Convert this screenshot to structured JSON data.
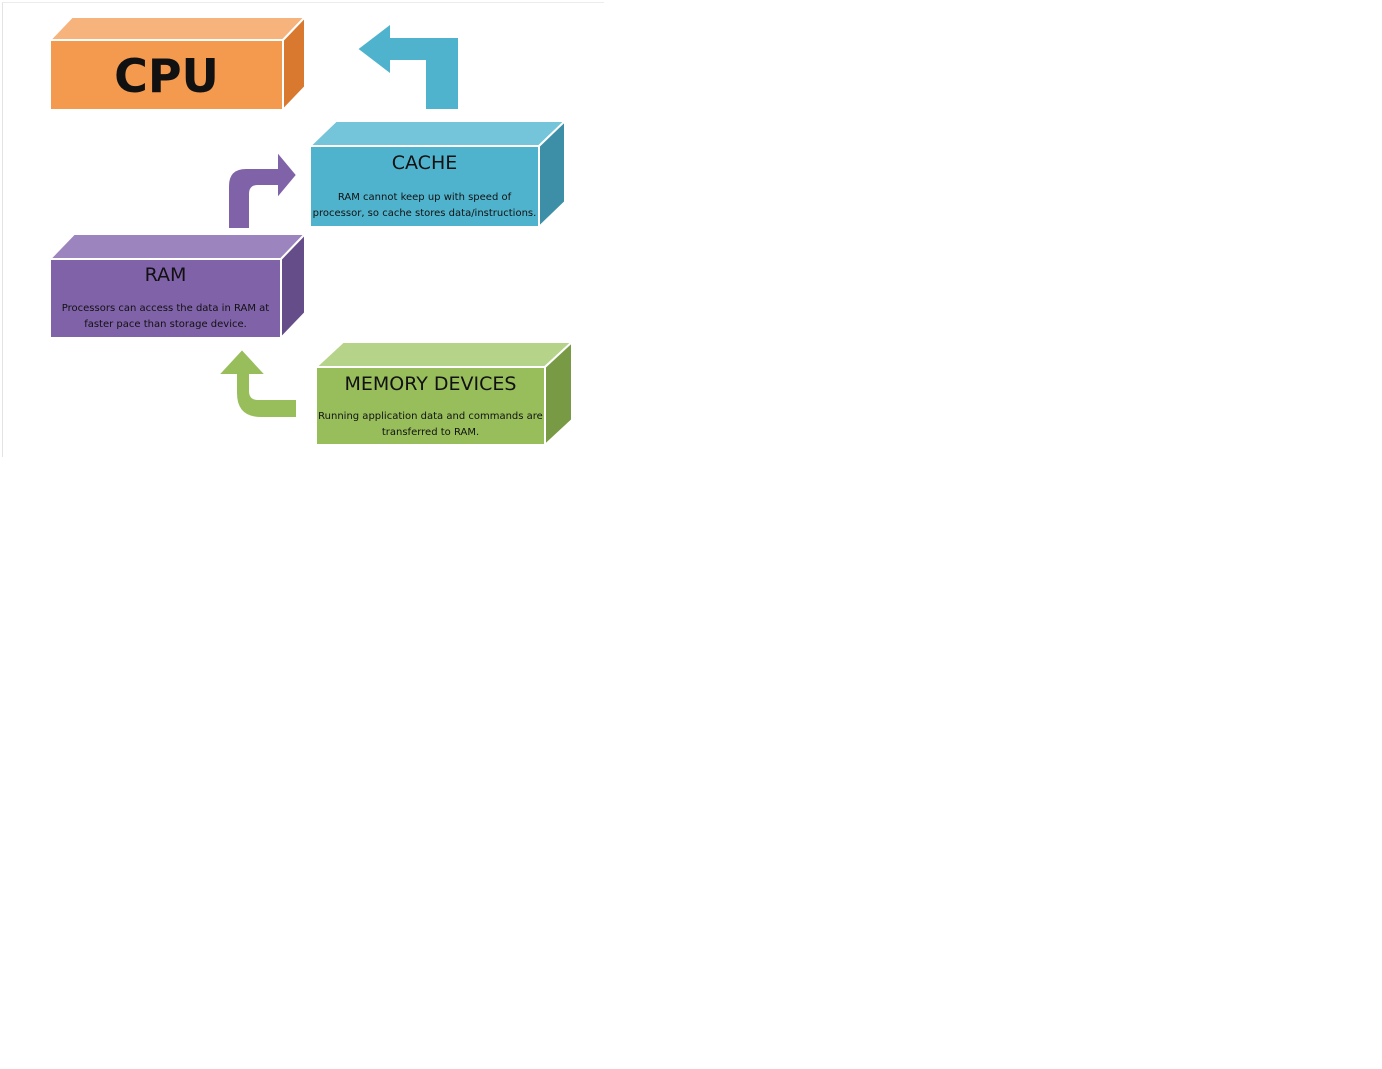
{
  "diagram": {
    "colors": {
      "cpu": "#F39A4F",
      "cache": "#4FB3CD",
      "ram": "#8062A8",
      "memory": "#98BE5C"
    },
    "cpu": {
      "title": "CPU"
    },
    "cache": {
      "title": "CACHE",
      "desc_line1": "RAM cannot keep up with speed  of",
      "desc_line2": "processor, so cache stores data/instructions."
    },
    "ram": {
      "title": "RAM",
      "desc_line1": "Processors can access the data in RAM at",
      "desc_line2": "faster pace than storage device."
    },
    "memory": {
      "title": "MEMORY DEVICES",
      "desc_line1": "Running application data and commands are",
      "desc_line2": "transferred to RAM."
    },
    "arrows": [
      {
        "name": "memory-to-ram-arrow",
        "color": "#98BE5C"
      },
      {
        "name": "ram-to-cache-arrow",
        "color": "#8062A8"
      },
      {
        "name": "cache-to-cpu-arrow",
        "color": "#4FB3CD"
      }
    ]
  }
}
